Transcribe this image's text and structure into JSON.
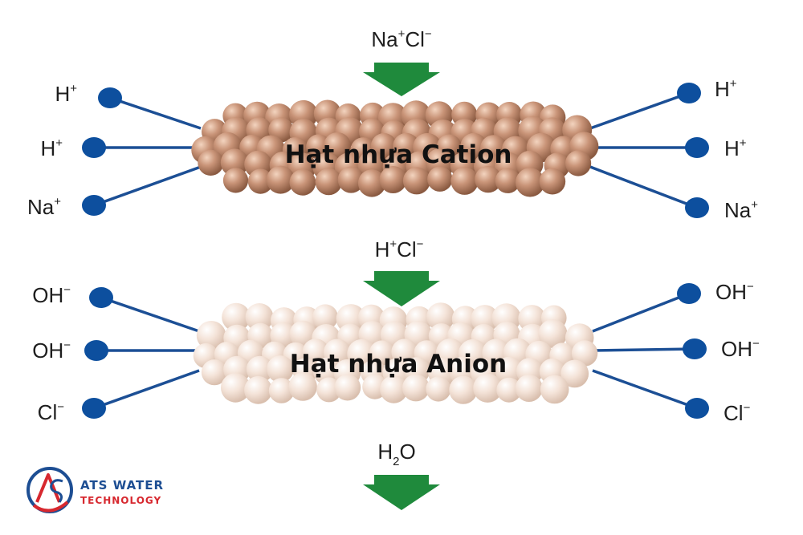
{
  "flow_labels": {
    "top": {
      "base1": "Na",
      "sup1": "+",
      "base2": "Cl",
      "sup2": "−"
    },
    "middle": {
      "base1": "H",
      "sup1": "+",
      "base2": "Cl",
      "sup2": "−"
    },
    "bottom": {
      "base1": "H",
      "sub": "2",
      "base2": "O"
    }
  },
  "cation_resin": {
    "title": "Hạt nhựa Cation",
    "left_ions": [
      {
        "base": "H",
        "charge": "+"
      },
      {
        "base": "H",
        "charge": "+"
      },
      {
        "base": "Na",
        "charge": "+"
      }
    ],
    "right_ions": [
      {
        "base": "H",
        "charge": "+"
      },
      {
        "base": "H",
        "charge": "+"
      },
      {
        "base": "Na",
        "charge": "+"
      }
    ]
  },
  "anion_resin": {
    "title": "Hạt nhựa Anion",
    "left_ions": [
      {
        "base": "OH",
        "charge": "−"
      },
      {
        "base": "OH",
        "charge": "−"
      },
      {
        "base": "Cl",
        "charge": "−"
      }
    ],
    "right_ions": [
      {
        "base": "OH",
        "charge": "−"
      },
      {
        "base": "OH",
        "charge": "−"
      },
      {
        "base": "Cl",
        "charge": "−"
      }
    ]
  },
  "logo": {
    "line1": "ATS WATER",
    "line2": "TECHNOLOGY",
    "monogram": "ATS"
  },
  "colors": {
    "arrow": "#1f8a3c",
    "ion_dot": "#0d4f9e",
    "bond_line": "#1c4f95",
    "cation_bead": "#c08c6c",
    "anion_bead": "#f1dccf"
  }
}
